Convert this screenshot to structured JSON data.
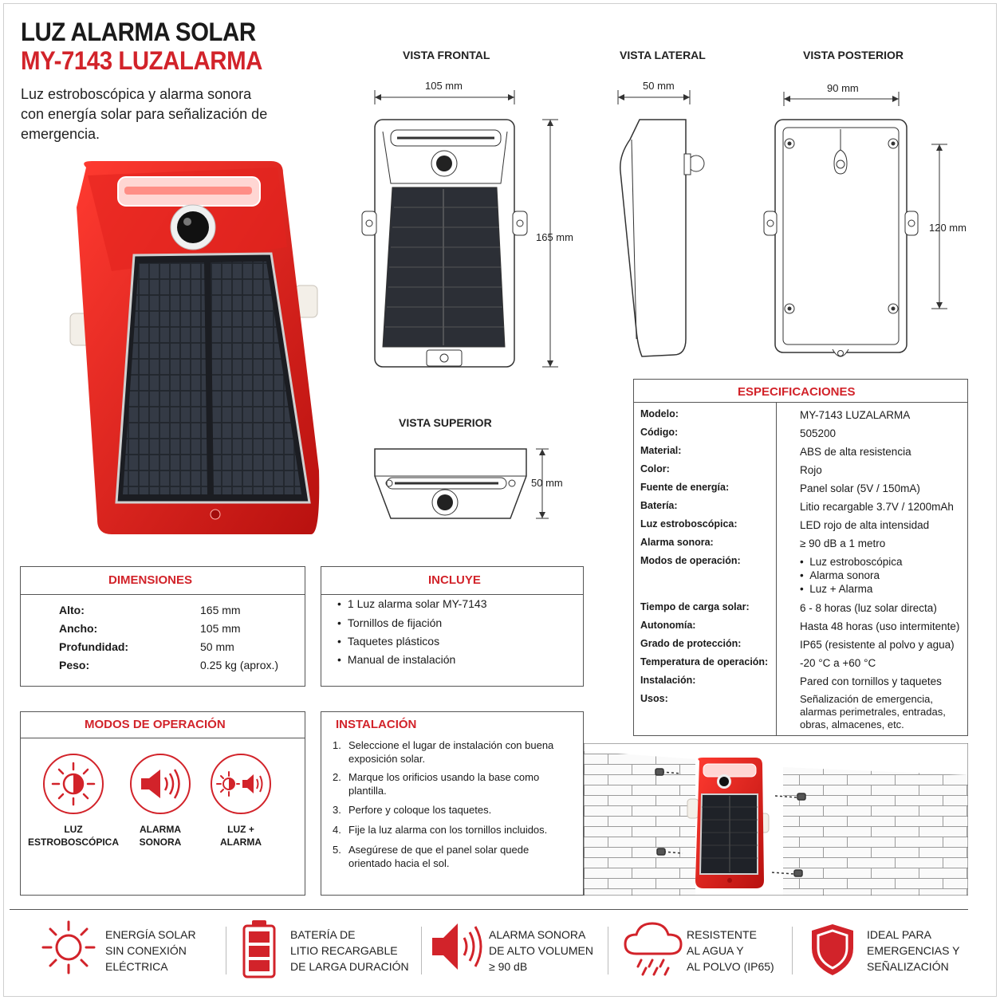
{
  "header": {
    "title_line1": "LUZ ALARMA SOLAR",
    "title_line2": "MY-7143 LUZALARMA",
    "tagline": "Luz estroboscópica y alarma sonora con energía solar para señalización de emergencia."
  },
  "views": {
    "front": {
      "title": "VISTA FRONTAL",
      "width": "105 mm",
      "height": "165 mm"
    },
    "side": {
      "title": "VISTA LATERAL",
      "depth": "50 mm"
    },
    "back": {
      "title": "VISTA POSTERIOR",
      "width": "90 mm",
      "height": "120 mm"
    },
    "top": {
      "title": "VISTA SUPERIOR",
      "depth": "50 mm"
    }
  },
  "specs": {
    "title": "ESPECIFICACIONES",
    "rows": [
      {
        "k": "Modelo:",
        "v": "MY-7143 LUZALARMA"
      },
      {
        "k": "Código:",
        "v": "505200"
      },
      {
        "k": "Material:",
        "v": "ABS de alta resistencia"
      },
      {
        "k": "Color:",
        "v": "Rojo"
      },
      {
        "k": "Fuente de energía:",
        "v": "Panel solar (5V / 150mA)"
      },
      {
        "k": "Batería:",
        "v": "Litio recargable 3.7V / 1200mAh"
      },
      {
        "k": "Luz estroboscópica:",
        "v": "LED rojo de alta intensidad"
      },
      {
        "k": "Alarma sonora:",
        "v": "≥ 90 dB a 1 metro"
      },
      {
        "k": "Modos de operación:",
        "v": ""
      },
      {
        "k": "Tiempo de carga solar:",
        "v": "6 - 8 horas (luz solar directa)"
      },
      {
        "k": "Autonomía:",
        "v": "Hasta 48 horas (uso intermitente)"
      },
      {
        "k": "Grado de protección:",
        "v": "IP65 (resistente al polvo y agua)"
      },
      {
        "k": "Temperatura de operación:",
        "v": "-20 °C a +60 °C"
      },
      {
        "k": "Instalación:",
        "v": "Pared con tornillos y taquetes"
      },
      {
        "k": "Usos:",
        "v": "Señalización de emergencia, alarmas perimetrales, entradas, obras, almacenes, etc."
      }
    ],
    "modes_list": [
      "Luz estroboscópica",
      "Alarma sonora",
      "Luz + Alarma"
    ]
  },
  "dimensions": {
    "title": "DIMENSIONES",
    "rows": [
      {
        "k": "Alto:",
        "v": "165 mm"
      },
      {
        "k": "Ancho:",
        "v": "105 mm"
      },
      {
        "k": "Profundidad:",
        "v": "50 mm"
      },
      {
        "k": "Peso:",
        "v": "0.25 kg (aprox.)"
      }
    ]
  },
  "includes": {
    "title": "INCLUYE",
    "items": [
      "1 Luz alarma solar MY-7143",
      "Tornillos de fijación",
      "Taquetes plásticos",
      "Manual de instalación"
    ]
  },
  "modes": {
    "title": "MODOS DE OPERACIÓN",
    "items": [
      {
        "line1": "LUZ",
        "line2": "ESTROBOSCÓPICA"
      },
      {
        "line1": "ALARMA",
        "line2": "SONORA"
      },
      {
        "line1": "LUZ +",
        "line2": "ALARMA"
      }
    ]
  },
  "installation": {
    "title": "INSTALACIÓN",
    "steps": [
      {
        "n": "1.",
        "t": "Seleccione el lugar de instalación con buena exposición solar."
      },
      {
        "n": "2.",
        "t": "Marque los orificios usando la base como plantilla."
      },
      {
        "n": "3.",
        "t": "Perfore y coloque los taquetes."
      },
      {
        "n": "4.",
        "t": "Fije la luz alarma con los tornillos incluidos."
      },
      {
        "n": "5.",
        "t": "Asegúrese de que el panel solar quede orientado hacia el sol."
      }
    ]
  },
  "features": [
    {
      "l1": "ENERGÍA SOLAR",
      "l2": "SIN CONEXIÓN",
      "l3": "ELÉCTRICA"
    },
    {
      "l1": "BATERÍA DE",
      "l2": "LITIO RECARGABLE",
      "l3": "DE LARGA DURACIÓN"
    },
    {
      "l1": "ALARMA SONORA",
      "l2": "DE ALTO VOLUMEN",
      "l3": "≥ 90 dB"
    },
    {
      "l1": "RESISTENTE",
      "l2": "AL AGUA Y",
      "l3": "AL POLVO (IP65)"
    },
    {
      "l1": "IDEAL PARA",
      "l2": "EMERGENCIAS Y",
      "l3": "SEÑALIZACIÓN"
    }
  ],
  "colors": {
    "accent": "#d2232a",
    "border": "#555555"
  }
}
